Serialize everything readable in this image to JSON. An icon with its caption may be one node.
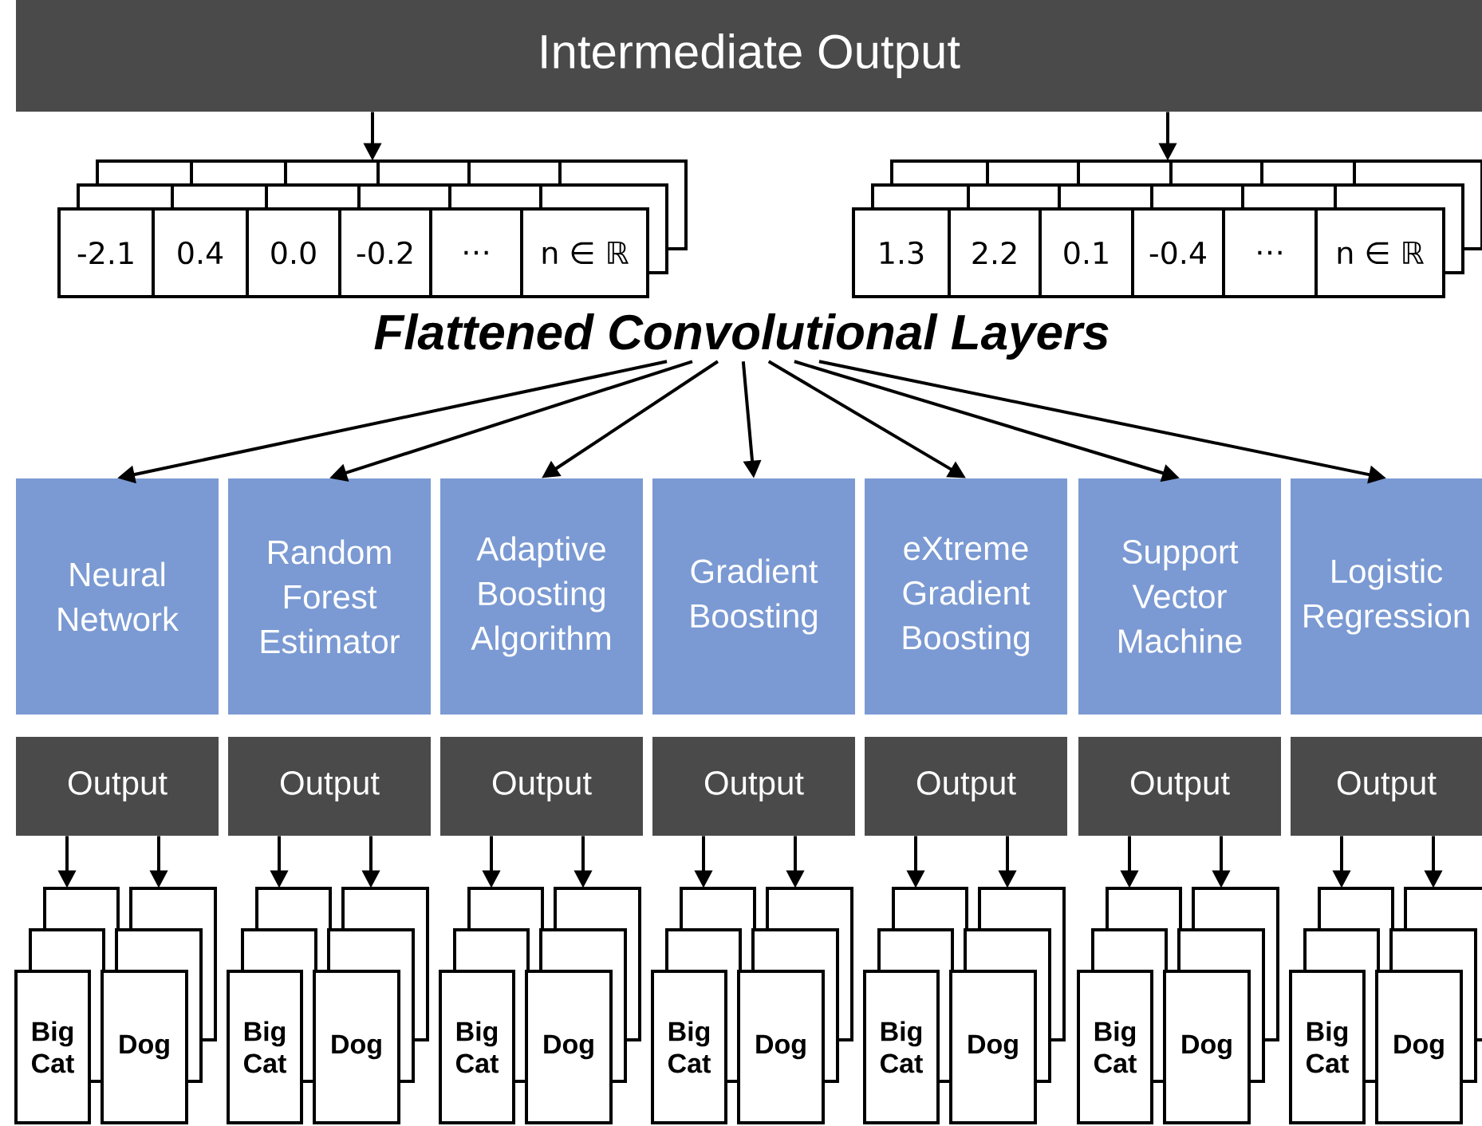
{
  "diagram": {
    "nodes": [
      {
        "text": [
          "Intermediate Output"
        ]
      },
      {
        "text": [
          "-2.1",
          "0.4",
          "0.0",
          "-0.2",
          "…",
          "n ∈ ℝ"
        ]
      },
      {
        "text": [
          "1.3",
          "2.2",
          "0.1",
          "-0.4",
          "…",
          "n ∈ ℝ"
        ]
      },
      {
        "text": [
          "Flattened Convolutional Layers"
        ]
      },
      {
        "text": [
          "Neural Network"
        ]
      },
      {
        "text": [
          "Random Forest Estimator"
        ]
      },
      {
        "text": [
          "Adaptive Boosting Algorithm"
        ]
      },
      {
        "text": [
          "Gradient Boosting"
        ]
      },
      {
        "text": [
          "eXtreme Gradient Boosting"
        ]
      },
      {
        "text": [
          "Support Vector Machine"
        ]
      },
      {
        "text": [
          "Logistic Regression"
        ]
      },
      {
        "text": [
          "Output"
        ]
      },
      {
        "text": [
          "Output"
        ]
      },
      {
        "text": [
          "Output"
        ]
      },
      {
        "text": [
          "Output"
        ]
      },
      {
        "text": [
          "Output"
        ]
      },
      {
        "text": [
          "Output"
        ]
      },
      {
        "text": [
          "Output"
        ]
      },
      {
        "text": [
          "Big Cat"
        ]
      },
      {
        "text": [
          "Dog"
        ]
      },
      {
        "text": [
          "Big Cat"
        ]
      },
      {
        "text": [
          "Dog"
        ]
      },
      {
        "text": [
          "Big Cat"
        ]
      },
      {
        "text": [
          "Dog"
        ]
      },
      {
        "text": [
          "Big Cat"
        ]
      },
      {
        "text": [
          "Dog"
        ]
      },
      {
        "text": [
          "Big Cat"
        ]
      },
      {
        "text": [
          "Dog"
        ]
      },
      {
        "text": [
          "Big Cat"
        ]
      },
      {
        "text": [
          "Dog"
        ]
      },
      {
        "text": [
          "Big Cat"
        ]
      },
      {
        "text": [
          "Dog"
        ]
      }
    ],
    "edges": [
      {
        "from": 0,
        "to": 1,
        "arrow": "to"
      },
      {
        "from": 0,
        "to": 2,
        "arrow": "to"
      },
      {
        "from": 3,
        "to": 4,
        "arrow": "to"
      },
      {
        "from": 3,
        "to": 5,
        "arrow": "to"
      },
      {
        "from": 3,
        "to": 6,
        "arrow": "to"
      },
      {
        "from": 3,
        "to": 7,
        "arrow": "to"
      },
      {
        "from": 3,
        "to": 8,
        "arrow": "to"
      },
      {
        "from": 3,
        "to": 9,
        "arrow": "to"
      },
      {
        "from": 3,
        "to": 10,
        "arrow": "to"
      },
      {
        "from": 11,
        "to": 18,
        "arrow": "to"
      },
      {
        "from": 11,
        "to": 19,
        "arrow": "to"
      },
      {
        "from": 12,
        "to": 20,
        "arrow": "to"
      },
      {
        "from": 12,
        "to": 21,
        "arrow": "to"
      },
      {
        "from": 13,
        "to": 22,
        "arrow": "to"
      },
      {
        "from": 13,
        "to": 23,
        "arrow": "to"
      },
      {
        "from": 14,
        "to": 24,
        "arrow": "to"
      },
      {
        "from": 14,
        "to": 25,
        "arrow": "to"
      },
      {
        "from": 15,
        "to": 26,
        "arrow": "to"
      },
      {
        "from": 15,
        "to": 27,
        "arrow": "to"
      },
      {
        "from": 16,
        "to": 28,
        "arrow": "to"
      },
      {
        "from": 16,
        "to": 29,
        "arrow": "to"
      },
      {
        "from": 17,
        "to": 30,
        "arrow": "to"
      },
      {
        "from": 17,
        "to": 31,
        "arrow": "to"
      }
    ]
  }
}
